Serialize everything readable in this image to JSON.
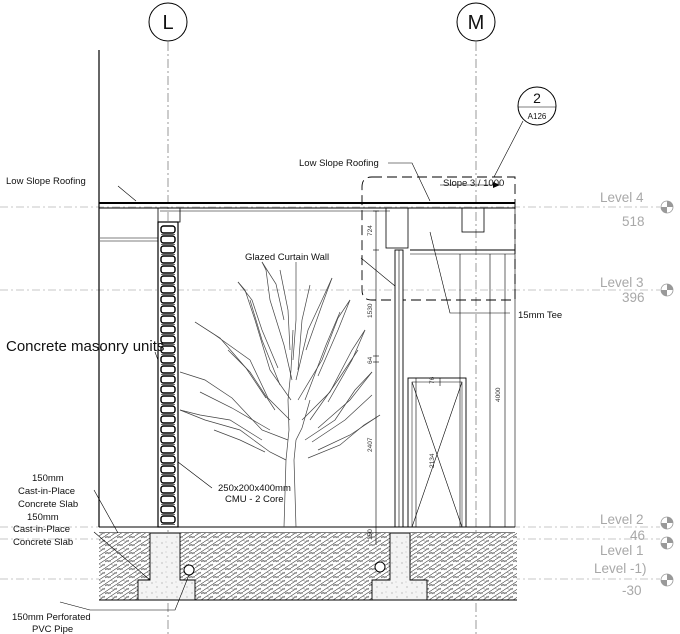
{
  "grid": {
    "left": "L",
    "right": "M"
  },
  "section_tag": {
    "number": "2",
    "sheet": "A126"
  },
  "levels": [
    {
      "name": "Level 4",
      "elevation": "518"
    },
    {
      "name": "Level 3",
      "elevation": "396"
    },
    {
      "name": "Level 2",
      "elevation": "46"
    },
    {
      "name": "Level 1",
      "elevation": ""
    },
    {
      "name": "Level -1)",
      "elevation": "-30"
    }
  ],
  "notes": {
    "roof_left": "Low Slope Roofing",
    "roof_right": "Low Slope Roofing",
    "slope": "Slope 3 / 1000",
    "curtain_wall": "Glazed Curtain Wall",
    "tee": "15mm Tee",
    "cmu_title": "Concrete masonry units",
    "cmu_line1": "250x200x400mm",
    "cmu_line2": "CMU - 2 Core",
    "slab1_line1": "150mm",
    "slab1_line2": "Cast-in-Place",
    "slab1_line3": "Concrete Slab",
    "slab2_line1": "150mm",
    "slab2_line2": "Cast-in-Place",
    "slab2_line3": "Concrete Slab",
    "pipe_line1": "150mm Perforated",
    "pipe_line2": "PVC Pipe"
  },
  "dimensions": {
    "d724": "724",
    "d1530": "1530",
    "d64": "64",
    "d2407": "2407",
    "d150": "150",
    "d76": "76",
    "d2134": "2134",
    "d4000": "4000"
  }
}
